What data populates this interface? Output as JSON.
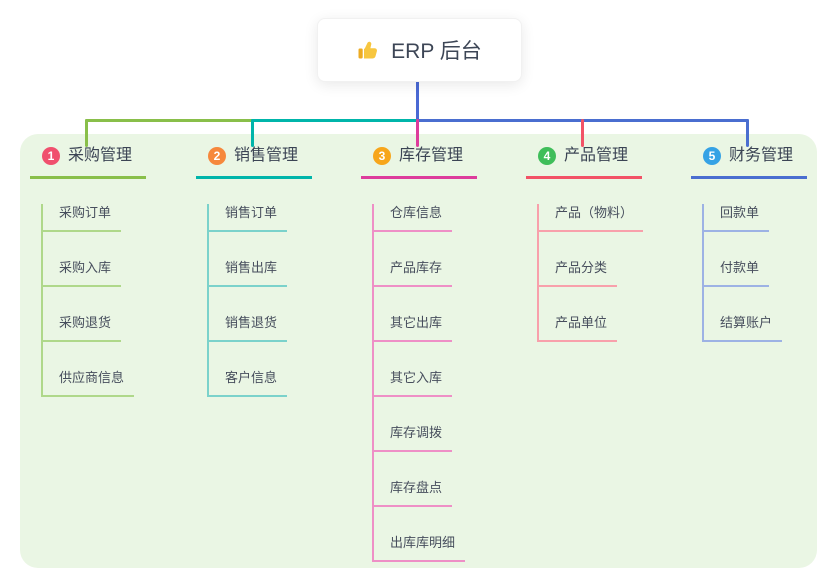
{
  "root": {
    "label": "ERP 后台",
    "icon": "thumbs-up-icon"
  },
  "colors": {
    "panel_bg": "#EAF6E4",
    "root_line": "#4A69D4"
  },
  "branches": [
    {
      "index": "1",
      "label": "采购管理",
      "accent": "#89BF4A",
      "light": "#AFD88A",
      "badge": "#F0506E",
      "items": [
        "采购订单",
        "采购入库",
        "采购退货",
        "供应商信息"
      ]
    },
    {
      "index": "2",
      "label": "销售管理",
      "accent": "#00B5AA",
      "light": "#7BD2CB",
      "badge": "#F6883C",
      "items": [
        "销售订单",
        "销售出库",
        "销售退货",
        "客户信息"
      ]
    },
    {
      "index": "3",
      "label": "库存管理",
      "accent": "#DD3C9C",
      "light": "#EE8FC6",
      "badge": "#F7A61B",
      "items": [
        "仓库信息",
        "产品库存",
        "其它出库",
        "其它入库",
        "库存调拨",
        "库存盘点",
        "出库库明细"
      ]
    },
    {
      "index": "4",
      "label": "产品管理",
      "accent": "#F25266",
      "light": "#F8A0AB",
      "badge": "#3FBE5A",
      "items": [
        "产品（物料）",
        "产品分类",
        "产品单位"
      ]
    },
    {
      "index": "5",
      "label": "财务管理",
      "accent": "#4A6ED0",
      "light": "#9DB2E4",
      "badge": "#35A2E5",
      "items": [
        "回款单",
        "付款单",
        "结算账户"
      ]
    }
  ]
}
